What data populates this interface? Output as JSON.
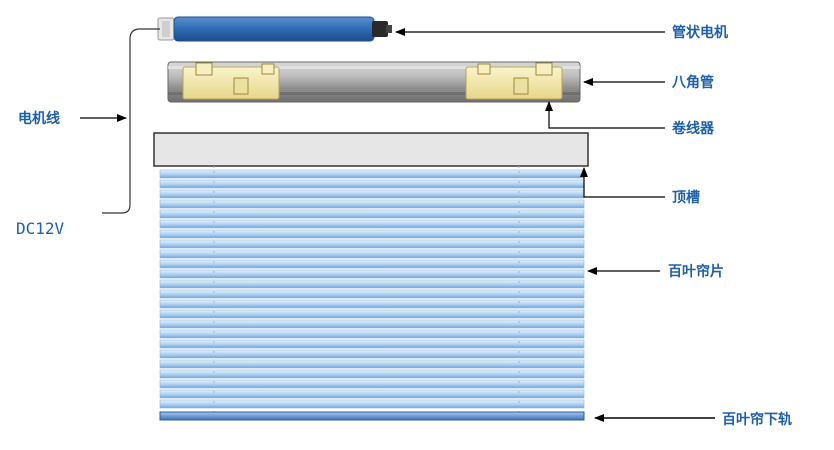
{
  "labels": {
    "motor": "管状电机",
    "octagonal_tube": "八角管",
    "cord_reel": "卷线器",
    "top_rail": "顶槽",
    "slats": "百叶帘片",
    "bottom_rail": "百叶帘下轨",
    "motor_cable": "电机线",
    "voltage": "DC12V"
  },
  "colors": {
    "label": "#1f5fa8",
    "motor_body": "#2f6bb3",
    "tube": "#9a9a9a",
    "reel": "#f1e6a8",
    "top_rail": "#e6e6e6",
    "slat": "#bcd9f2",
    "bottom_rail": "#4a7fc0",
    "arrow": "#000000"
  },
  "slat_count": 24
}
